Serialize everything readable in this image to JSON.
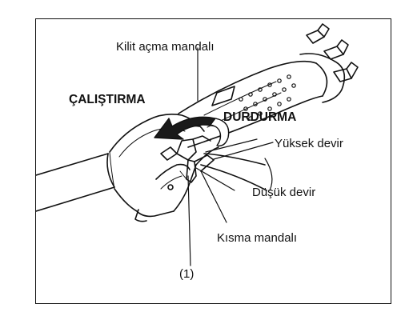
{
  "labels": {
    "lock_off_lever": "Kilit açma mandalı",
    "start": "ÇALIŞTIRMA",
    "stop": "DURDURMA",
    "high_speed": "Yüksek devir",
    "low_speed": "Düşük devir",
    "throttle_lever": "Kısma mandalı",
    "callout_1": "(1)"
  },
  "colors": {
    "line": "#111111",
    "arrow_fill": "#1a1a1a",
    "background": "#ffffff"
  }
}
